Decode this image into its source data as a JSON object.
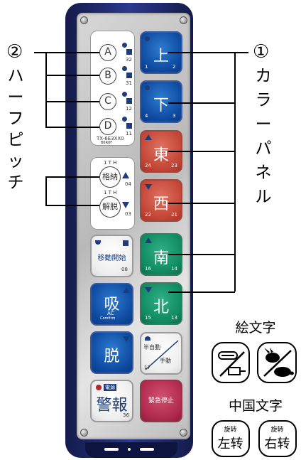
{
  "labels": {
    "num_left": "②",
    "num_right": "①",
    "left_vertical": [
      "ハ",
      "ー",
      "フ",
      "ピ",
      "ッ",
      "チ"
    ],
    "right_vertical": [
      "カ",
      "ラ",
      "ー",
      "パ",
      "ネ",
      "ル"
    ],
    "emoji_title": "絵文字",
    "chinese_title": "中国文字"
  },
  "pendant": {
    "abcd": [
      "A",
      "B",
      "C",
      "D"
    ],
    "abcd_nums": [
      "32",
      "31",
      "12",
      "11"
    ],
    "model": "TX-6E3XX0",
    "model_sub": "B6R0F",
    "pitch": [
      {
        "top": "1 T H",
        "label": "格納",
        "num": "04"
      },
      {
        "top": "1 T H",
        "label": "解脱",
        "num": "03"
      }
    ],
    "move_start": {
      "label": "移動開始",
      "num": "08"
    },
    "suction": {
      "label": "吸",
      "sub": "AC",
      "num": "Comfirm"
    },
    "release": {
      "label": "脱"
    },
    "alarm": {
      "label": "警報",
      "tag": "電源",
      "num": "36"
    },
    "semi_auto": {
      "top": "半自動",
      "bottom": "手動",
      "num": "17"
    },
    "estop": {
      "label": "緊急停止"
    },
    "color_buttons": [
      {
        "label": "上",
        "nums": [
          "1",
          "2"
        ]
      },
      {
        "label": "下",
        "nums": [
          "4",
          "3"
        ]
      },
      {
        "label": "東",
        "nums": [
          "24",
          "23"
        ]
      },
      {
        "label": "西",
        "nums": [
          "22",
          "21"
        ]
      },
      {
        "label": "南",
        "nums": [
          "16",
          "14"
        ]
      },
      {
        "label": "北",
        "nums": [
          "15",
          "13"
        ]
      }
    ]
  },
  "chinese_buttons": [
    {
      "small": "旋转",
      "big": "左转"
    },
    {
      "small": "旋转",
      "big": "右转"
    }
  ],
  "icons": [
    "tool-icon",
    "rabbit-turtle-icon"
  ]
}
